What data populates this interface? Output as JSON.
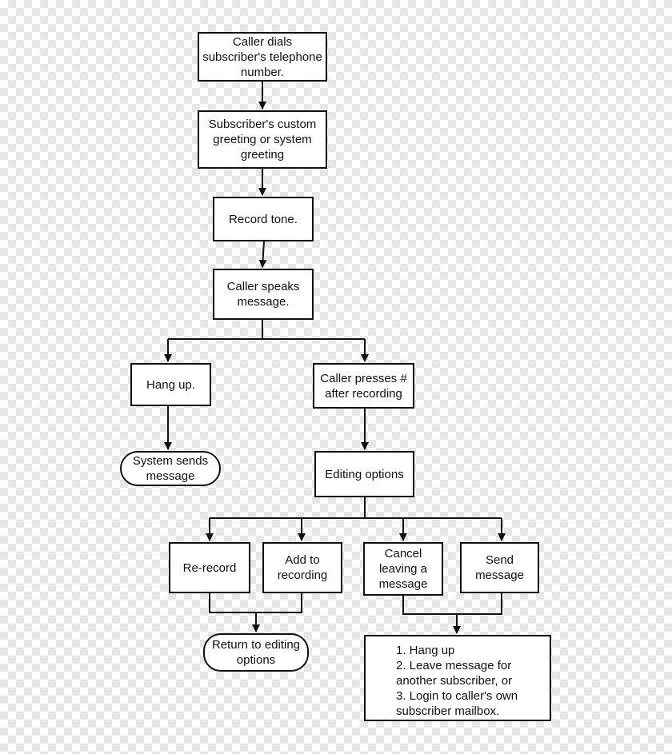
{
  "nodes": {
    "dial": "Caller dials\nsubscriber's telephone\nnumber.",
    "greeting": "Subscriber's custom\ngreeting or system\ngreeting",
    "tone": "Record tone.",
    "speaks": "Caller speaks\nmessage.",
    "hangup": "Hang up.",
    "presses": "Caller presses #\nafter recording",
    "system_sends": "System sends\nmessage",
    "editing": "Editing options",
    "rerecord": "Re-record",
    "add": "Add to\nrecording",
    "cancel": "Cancel\nleaving a\nmessage",
    "send": "Send\nmessage",
    "return": "Return to editing\noptions",
    "options": "1. Hang up\n2. Leave message for\nanother subscriber, or\n3. Login to caller's own\nsubscriber mailbox."
  }
}
